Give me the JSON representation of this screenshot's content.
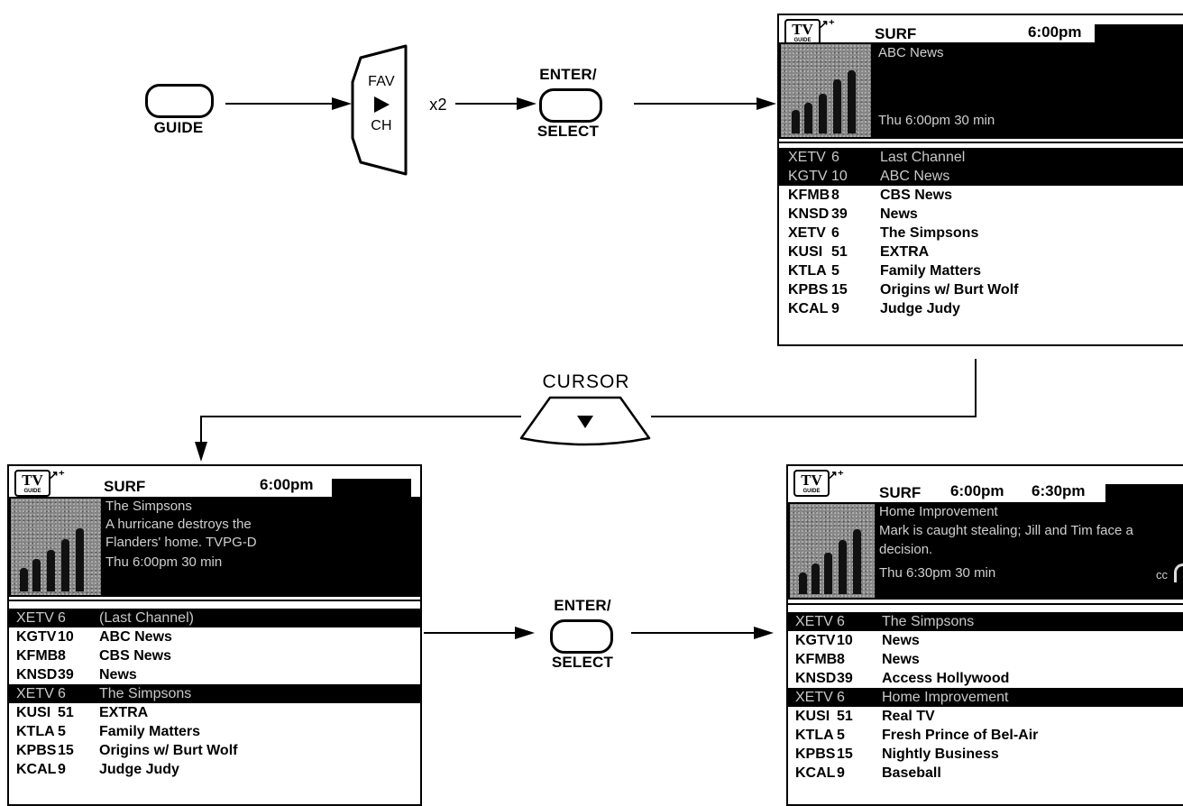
{
  "steps": {
    "guide_label": "GUIDE",
    "fav_top": "FAV",
    "fav_bottom": "CH",
    "times": "x2",
    "enter_top": "ENTER/",
    "enter_bottom": "SELECT",
    "cursor_label": "CURSOR",
    "enter2_top": "ENTER/",
    "enter2_bottom": "SELECT"
  },
  "screens": [
    {
      "mode": "SURF",
      "time1": "6:00pm",
      "time2": "",
      "info": [
        "ABC News",
        "",
        "",
        "Thu     6:00pm     30 min"
      ],
      "rows": [
        {
          "call": "XETV",
          "num": "6",
          "show": "Last Channel",
          "hl": true
        },
        {
          "call": "KGTV",
          "num": "10",
          "show": "ABC News",
          "hl": true
        },
        {
          "call": "KFMB",
          "num": "8",
          "show": "CBS News",
          "hl": false
        },
        {
          "call": "KNSD",
          "num": "39",
          "show": "News",
          "hl": false
        },
        {
          "call": "XETV",
          "num": "6",
          "show": "The Simpsons",
          "hl": false
        },
        {
          "call": "KUSI",
          "num": "51",
          "show": "EXTRA",
          "hl": false
        },
        {
          "call": "KTLA",
          "num": "5",
          "show": "Family Matters",
          "hl": false
        },
        {
          "call": "KPBS",
          "num": "15",
          "show": "Origins w/ Burt Wolf",
          "hl": false
        },
        {
          "call": "KCAL",
          "num": "9",
          "show": "Judge Judy",
          "hl": false
        }
      ]
    },
    {
      "mode": "SURF",
      "time1": "6:00pm",
      "time2": "",
      "info": [
        "The Simpsons",
        "A hurricane destroys the",
        "Flanders' home. TVPG-D",
        "Thu     6:00pm     30 min"
      ],
      "rows": [
        {
          "call": "XETV",
          "num": "6",
          "show": "(Last Channel)",
          "hl": true
        },
        {
          "call": "KGTV",
          "num": "10",
          "show": "ABC News",
          "hl": false
        },
        {
          "call": "KFMB",
          "num": "8",
          "show": "CBS News",
          "hl": false
        },
        {
          "call": "KNSD",
          "num": "39",
          "show": "News",
          "hl": false
        },
        {
          "call": "XETV",
          "num": "6",
          "show": "The Simpsons",
          "hl": true
        },
        {
          "call": "KUSI",
          "num": "51",
          "show": "EXTRA",
          "hl": false
        },
        {
          "call": "KTLA",
          "num": "5",
          "show": "Family Matters",
          "hl": false
        },
        {
          "call": "KPBS",
          "num": "15",
          "show": "Origins w/ Burt Wolf",
          "hl": false
        },
        {
          "call": "KCAL",
          "num": "9",
          "show": "Judge Judy",
          "hl": false
        }
      ]
    },
    {
      "mode": "SURF",
      "time1": "6:00pm",
      "time2": "6:30pm",
      "info": [
        "Home Improvement",
        "Mark is caught stealing; Jill and Tim face a",
        "decision.",
        "Thu     6:30pm     30 min"
      ],
      "cc": "cc",
      "rows": [
        {
          "call": "XETV",
          "num": "6",
          "show": "The Simpsons",
          "hl": true
        },
        {
          "call": "KGTV",
          "num": "10",
          "show": "News",
          "hl": false
        },
        {
          "call": "KFMB",
          "num": "8",
          "show": "News",
          "hl": false
        },
        {
          "call": "KNSD",
          "num": "39",
          "show": "Access Hollywood",
          "hl": false
        },
        {
          "call": "XETV",
          "num": "6",
          "show": "Home Improvement",
          "hl": true
        },
        {
          "call": "KUSI",
          "num": "51",
          "show": "Real TV",
          "hl": false
        },
        {
          "call": "KTLA",
          "num": "5",
          "show": "Fresh Prince of Bel-Air",
          "hl": false
        },
        {
          "call": "KPBS",
          "num": "15",
          "show": "Nightly Business",
          "hl": false
        },
        {
          "call": "KCAL",
          "num": "9",
          "show": "Baseball",
          "hl": false
        }
      ]
    }
  ]
}
